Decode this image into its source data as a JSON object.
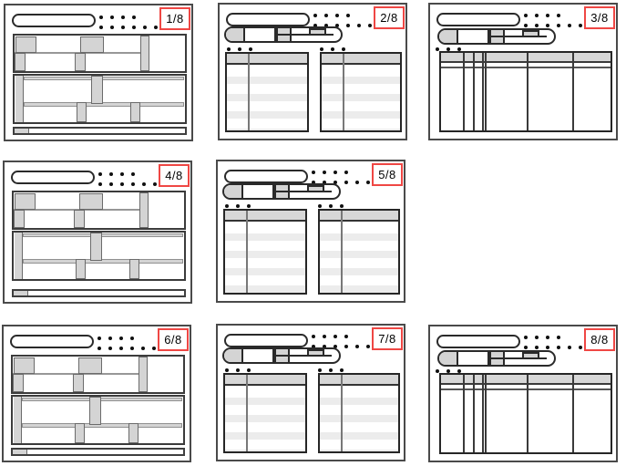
{
  "colors": {
    "badge_border_red": "#ef4744",
    "block_gray": "#d4d4d4",
    "table_header_gray": "#d7d7d7",
    "row_stripe_gray": "#ececec",
    "outline_dark": "#4a4a4a"
  },
  "panels": [
    {
      "label": "1/8",
      "type": "layout-blocks"
    },
    {
      "label": "2/8",
      "type": "toolbar-two-tables"
    },
    {
      "label": "3/8",
      "type": "toolbar-wide-table"
    },
    {
      "label": "4/8",
      "type": "layout-blocks"
    },
    {
      "label": "5/8",
      "type": "toolbar-two-tables"
    },
    {
      "label": "6/8",
      "type": "layout-blocks"
    },
    {
      "label": "7/8",
      "type": "toolbar-two-tables"
    },
    {
      "label": "8/8",
      "type": "toolbar-wide-table"
    }
  ]
}
